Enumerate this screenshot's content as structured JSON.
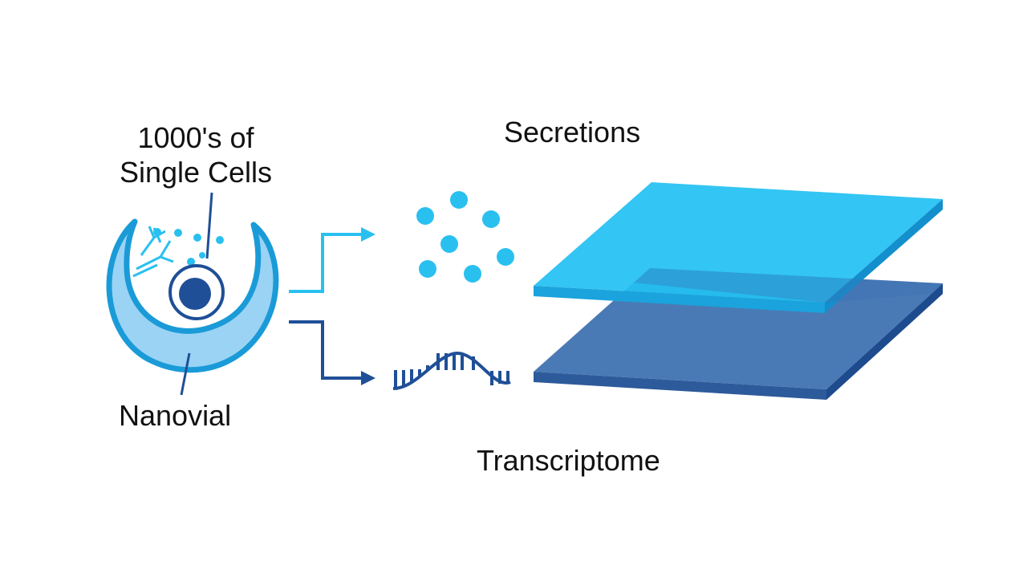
{
  "labels": {
    "cells_line1": "1000's of",
    "cells_line2": "Single Cells",
    "nanovial": "Nanovial",
    "secretions": "Secretions",
    "transcriptome": "Transcriptome"
  },
  "colors": {
    "light_blue": "#29c0f0",
    "light_blue_bar": "#aee1f7",
    "mid_blue": "#1a8fd1",
    "dark_blue": "#1f4f97",
    "dark_plate_top": "#3f72b1",
    "dark_plate_side": "#254f95",
    "light_plate_top": "#23c0f2",
    "light_plate_side": "#1aa3dc",
    "vial_fill": "#9bd3f5",
    "vial_stroke": "#1a9bd8"
  }
}
